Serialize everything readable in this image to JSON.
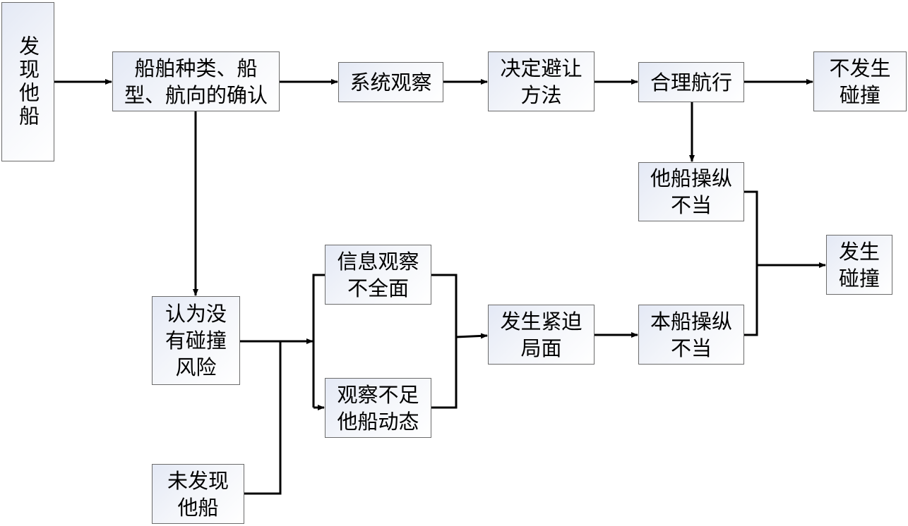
{
  "nodes": {
    "discover_ship": "发现他船",
    "confirm_type": "船舶种类、船型、航向的确认",
    "system_observe": "系统观察",
    "decide_method": "决定避让方法",
    "reasonable_nav": "合理航行",
    "no_collision": "不发生碰撞",
    "other_misoperate": "他船操纵不当",
    "collision": "发生碰撞",
    "no_risk": "认为没有碰撞风险",
    "info_incomplete": "信息观察不全面",
    "insufficient_observe": "观察不足他船动态",
    "close_quarters": "发生紧迫局面",
    "own_misoperate": "本船操纵不当",
    "not_discovered": "未发现他船"
  },
  "colors": {
    "line": "#000000",
    "border": "#6b6b6b",
    "fill_start": "#e4e9f5"
  }
}
